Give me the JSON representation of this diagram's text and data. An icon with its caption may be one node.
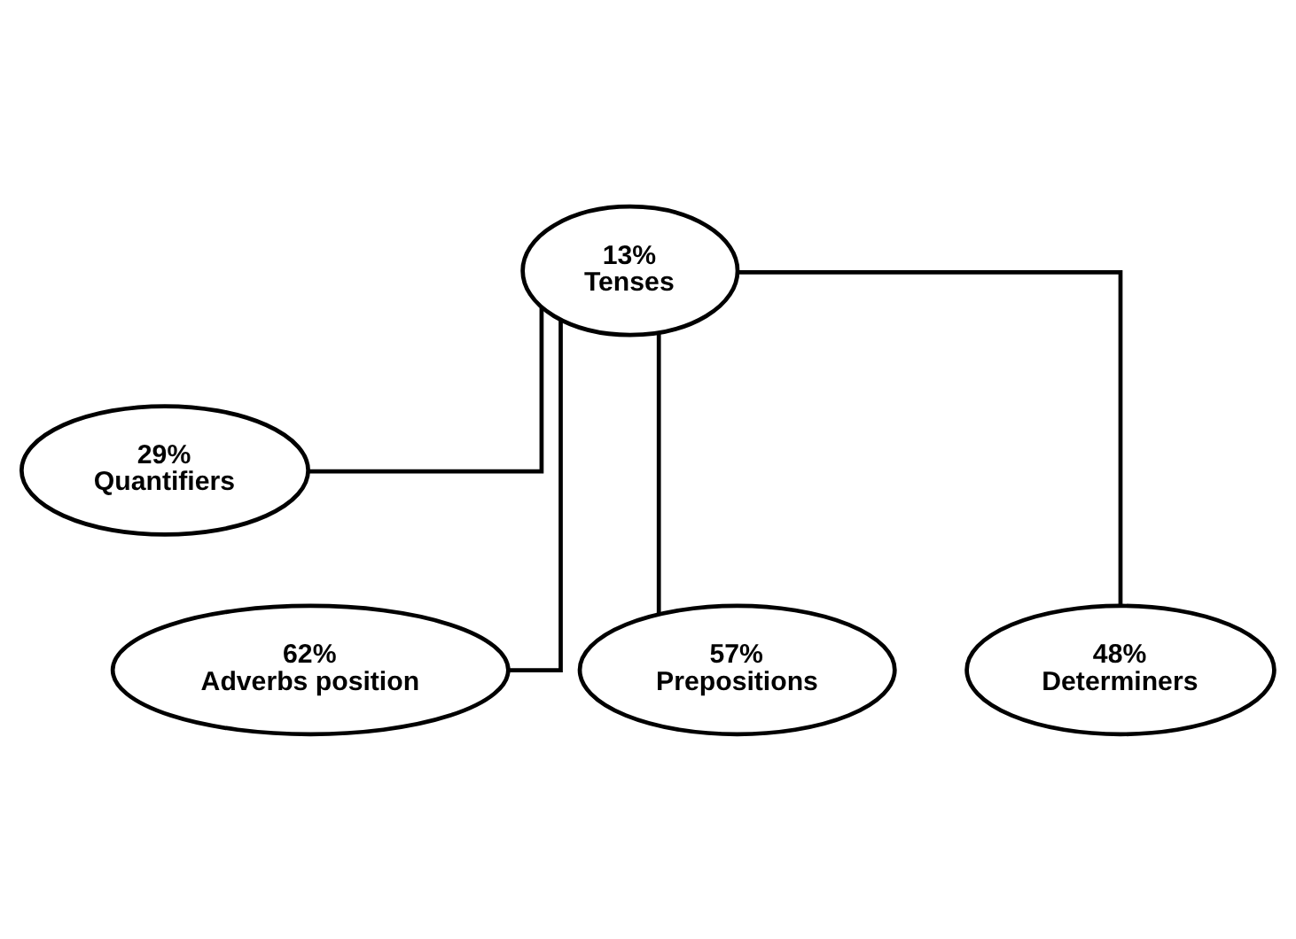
{
  "diagram": {
    "nodes": [
      {
        "text": [
          "13%",
          "Tenses"
        ]
      },
      {
        "text": [
          "29%",
          "Quantifiers"
        ]
      },
      {
        "text": [
          "62%",
          "Adverbs position"
        ]
      },
      {
        "text": [
          "57%",
          "Prepositions"
        ]
      },
      {
        "text": [
          "48%",
          "Determiners"
        ]
      }
    ],
    "edges": [
      {
        "from": 0,
        "to": 1,
        "arrow": "none"
      },
      {
        "from": 0,
        "to": 2,
        "arrow": "none"
      },
      {
        "from": 0,
        "to": 3,
        "arrow": "none"
      },
      {
        "from": 0,
        "to": 4,
        "arrow": "none"
      }
    ]
  }
}
